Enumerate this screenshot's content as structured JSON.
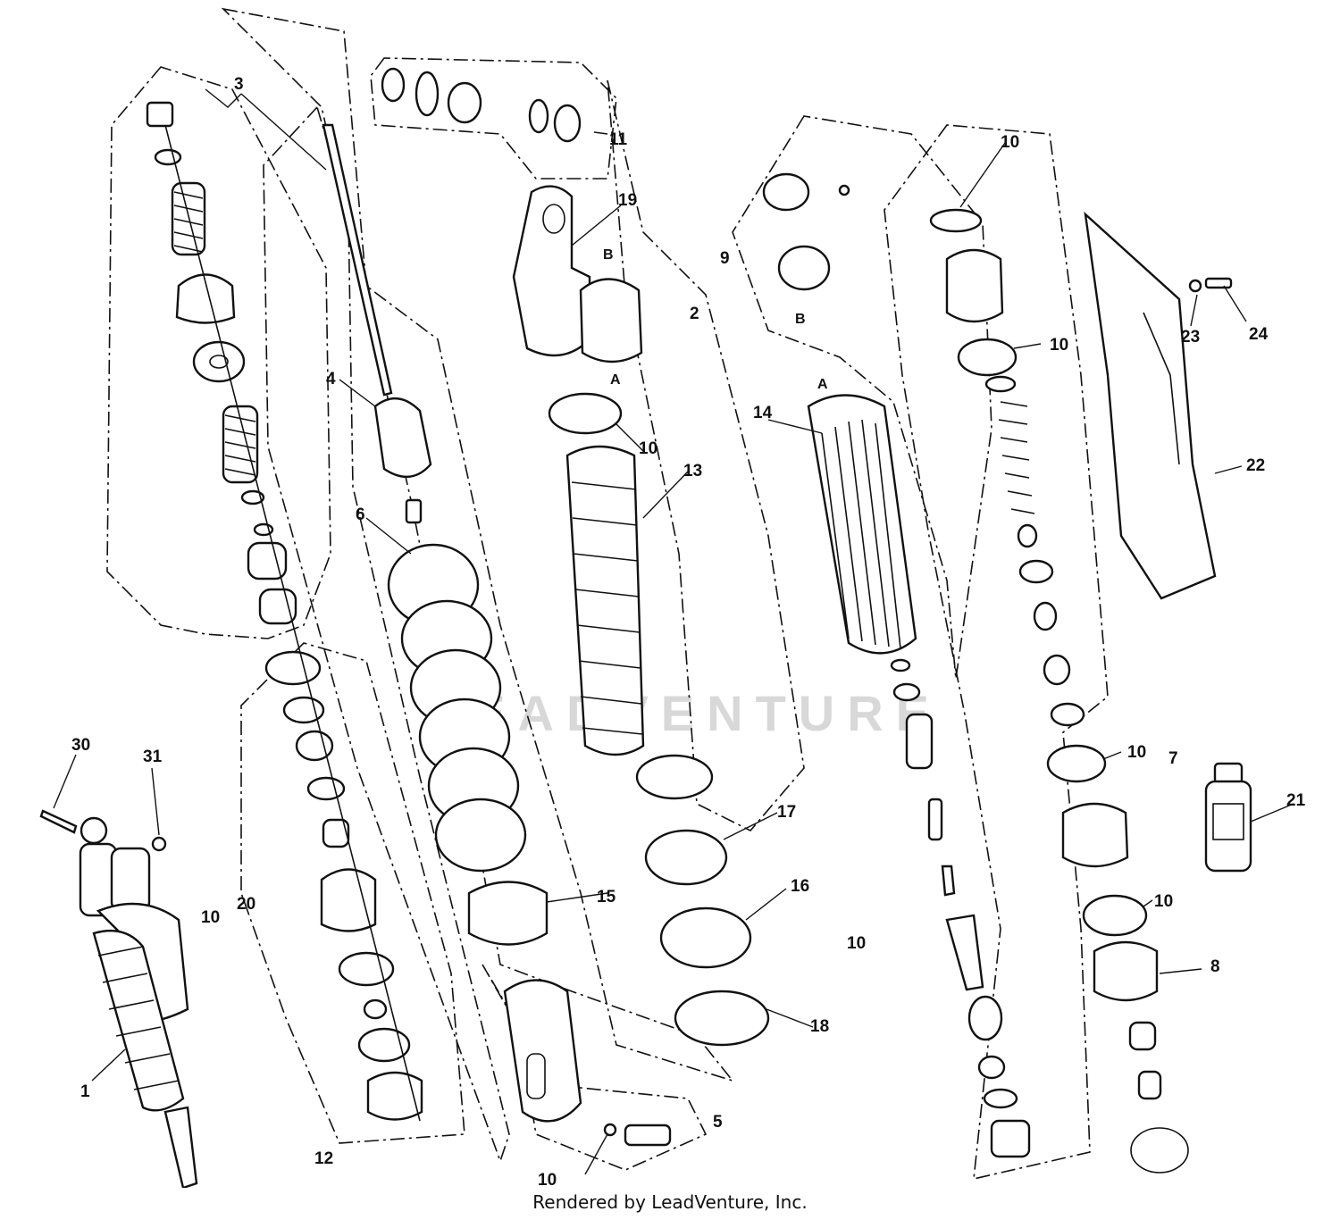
{
  "diagram": {
    "callouts": [
      "1",
      "2",
      "3",
      "4",
      "5",
      "6",
      "7",
      "8",
      "9",
      "10",
      "11",
      "12",
      "13",
      "14",
      "15",
      "16",
      "17",
      "18",
      "19",
      "20",
      "21",
      "22",
      "23",
      "24",
      "30",
      "31"
    ],
    "letters": [
      "A",
      "B"
    ],
    "watermark": "LEADVENTURE"
  },
  "footer": {
    "credit": "Rendered by LeadVenture, Inc."
  }
}
